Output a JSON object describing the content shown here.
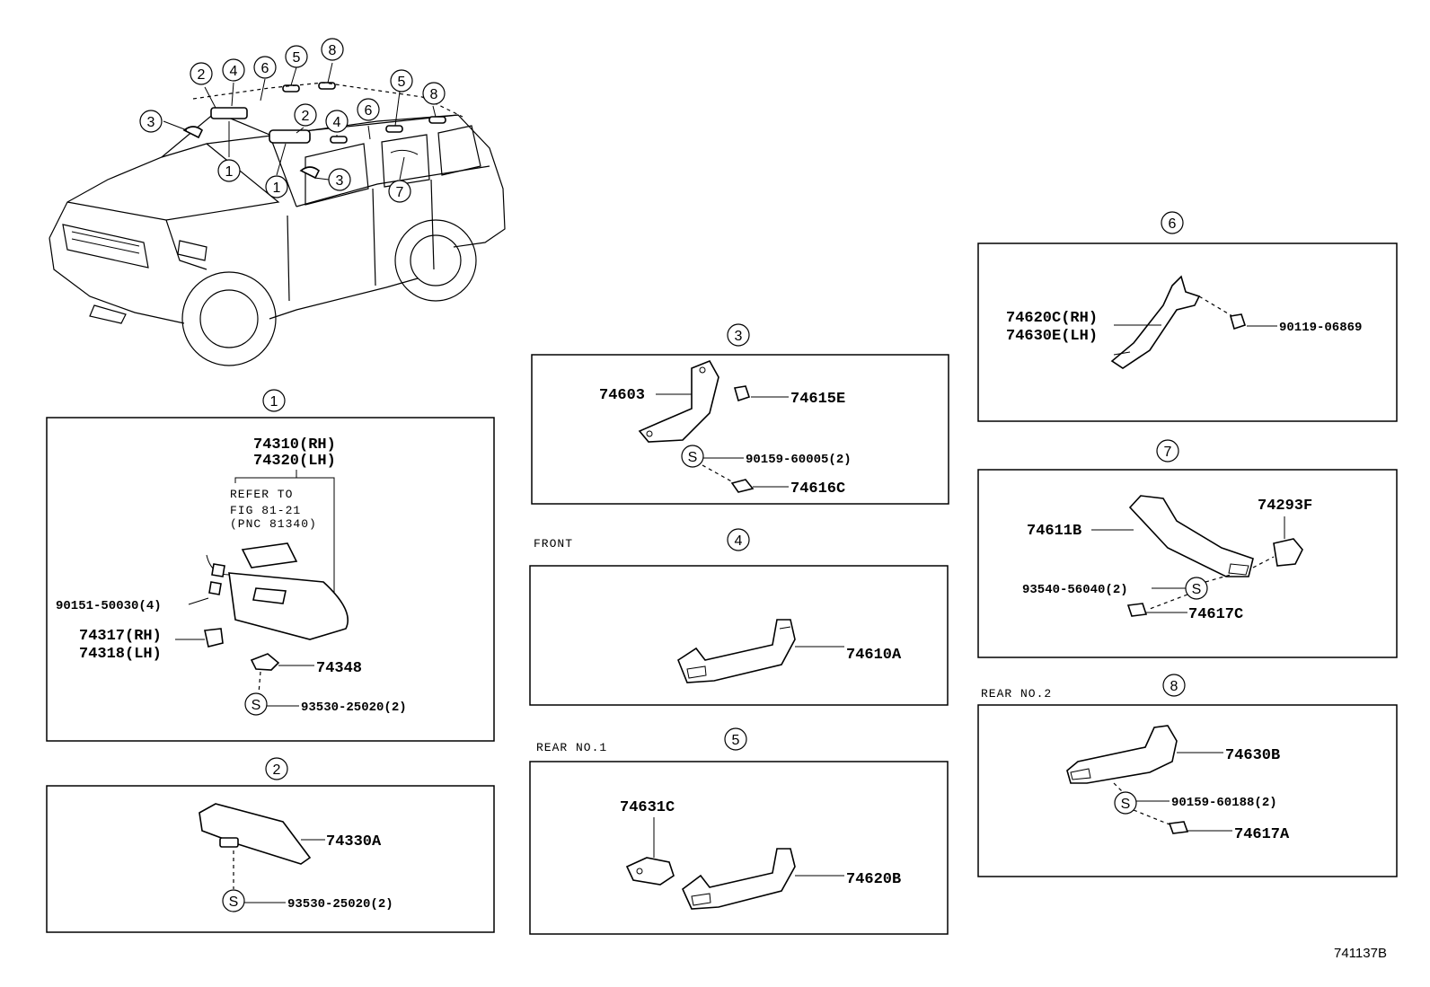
{
  "car_view": {
    "callouts": [
      "2",
      "4",
      "6",
      "5",
      "8",
      "3",
      "1",
      "2",
      "4",
      "6",
      "5",
      "8",
      "1",
      "3",
      "7"
    ]
  },
  "sections": {
    "s1": {
      "num": "1",
      "p1": "74310(RH)",
      "p2": "74320(LH)",
      "ref1": "REFER TO",
      "ref2": "FIG 81-21",
      "ref3": "(PNC 81340)",
      "p3": "90151-50030(4)",
      "p4": "74317(RH)",
      "p5": "74318(LH)",
      "p6": "74348",
      "s": "S",
      "p7": "93530-25020(2)"
    },
    "s2": {
      "num": "2",
      "p1": "74330A",
      "s": "S",
      "p2": "93530-25020(2)"
    },
    "s3": {
      "num": "3",
      "p1": "74603",
      "p2": "74615E",
      "s": "S",
      "p3": "90159-60005(2)",
      "p4": "74616C"
    },
    "s4": {
      "num": "4",
      "caption": "FRONT",
      "p1": "74610A"
    },
    "s5": {
      "num": "5",
      "caption": "REAR NO.1",
      "p1": "74631C",
      "p2": "74620B"
    },
    "s6": {
      "num": "6",
      "p1": "74620C(RH)",
      "p2": "74630E(LH)",
      "p3": "90119-06869"
    },
    "s7": {
      "num": "7",
      "p1": "74611B",
      "p2": "74293F",
      "p3": "93540-56040(2)",
      "s": "S",
      "p4": "74617C"
    },
    "s8": {
      "num": "8",
      "caption": "REAR NO.2",
      "p1": "74630B",
      "s": "S",
      "p2": "90159-60188(2)",
      "p3": "74617A"
    }
  },
  "figure_id": "741137B"
}
